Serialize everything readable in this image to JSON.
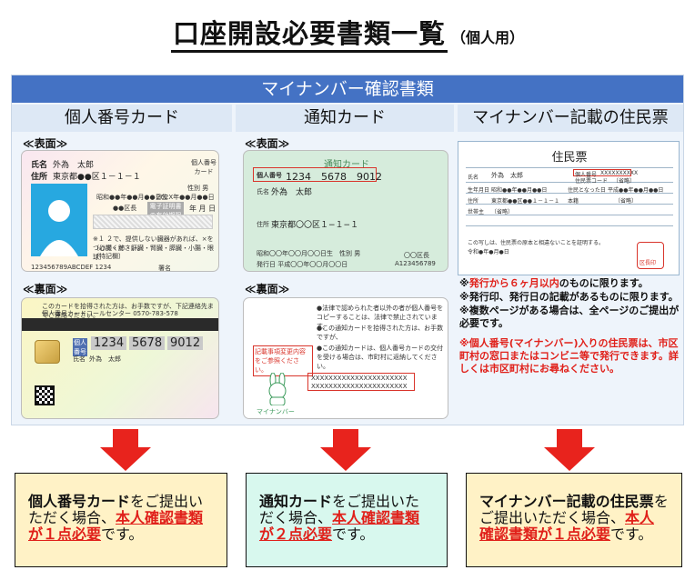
{
  "title": "口座開設必要書類一覧",
  "subtitle": "（個人用）",
  "panel_header": "マイナンバー確認書類",
  "columns": [
    "個人番号カード",
    "通知カード",
    "マイナンバー記載の住民票"
  ],
  "labels": {
    "front": "≪表面≫",
    "back": "≪裏面≫"
  },
  "mynumber_card_front": {
    "name_label": "氏名",
    "name": "外為　太郎",
    "address_label": "住所",
    "address": "東京都●●区１－１－１",
    "logo": "個人番号カード",
    "sex": "性別 男",
    "birth": "昭和●●年●●月●●日生",
    "expiry": "202X年●●月●●日まで有効",
    "city_label": "●●区長",
    "seal_text": "電子証明書の有効期限",
    "year_month_day": "年 月 日",
    "note1": "※１ ２で、提供しない臓器があれば、×をつけてください。",
    "note2": "〔心臓・肺・肝臓・腎臓・膵臓・小腸・眼球〕",
    "note3": "〔特記欄〕",
    "serial": "123456789ABCDEF 1234",
    "sign_label": "署名"
  },
  "mynumber_card_back": {
    "header_text": "このカードを拾得された方は、お手数ですが、下記連絡先までご連絡ください。",
    "callcenter": "個人番号カードコールセンター 0570-783-578",
    "number_label": "個人番号",
    "num1": "1234",
    "num2": "5678",
    "num3": "9012",
    "name_label": "氏名",
    "name": "外為　太郎"
  },
  "notice_card_front": {
    "title": "通知カード",
    "number_label": "個人番号",
    "number": "1234　5678　9012",
    "name_label": "氏名",
    "name": "外為　太郎",
    "address_label": "住所",
    "address": "東京都〇〇区１−１−１",
    "birth": "昭和〇〇年〇〇月〇〇日生　性別 男",
    "issue": "発行日 平成〇〇年〇〇月〇〇日",
    "issuer": "〇〇区長",
    "code": "A123456789"
  },
  "notice_card_back": {
    "line1": "●法律で認められた者以外の者が個人番号をコピーすることは、法律で禁止されています。",
    "line2": "●この通知カードを拾得された方は、お手数ですが、",
    "line3": "●この通知カードは、個人番号カードの交付を受ける場合は、市町村に返納してください。",
    "change_box": "記載事項変更内容をご参照ください。",
    "code1": "XXXXXXXXXXXXXXXXXXXXXX",
    "code2": "XXXXXXXXXXXXXXXXXXXXXX",
    "mascot": "マイナンバー"
  },
  "juminhyo": {
    "title": "住民票",
    "name_label": "氏名",
    "name": "外為　太郎",
    "number_label": "個人番号",
    "number": "XXXXXXXXXX",
    "code_label": "住民票コード",
    "code_value": "〔省略〕",
    "birth_label": "生年月日",
    "birth": "昭和●●年●●月●●日",
    "move_label": "住民となった日",
    "move_date": "平成●●年●●月●●日",
    "address_label": "住所",
    "address": "東京都●●区●●１－１－１",
    "registry_label": "本籍",
    "registry_value": "〔省略〕",
    "householder_label": "世帯主",
    "householder_value": "〔省略〕",
    "footer": "この写しは、住民票の原本と相違ないことを証明する。",
    "date": "令和●年●月●日",
    "seal": "区長印"
  },
  "notes": [
    {
      "pre": "※",
      "red": "発行から６ヶ月以内",
      "post": "のものに限ります。"
    },
    {
      "pre": "※発行印、発行日の記載があるものに限ります。",
      "red": "",
      "post": ""
    },
    {
      "pre": "※複数ページがある場合は、全ページのご提出が必要です。",
      "red": "",
      "post": ""
    }
  ],
  "note_red": "※個人番号(マイナンバー)入りの住民票は、市区町村の窓口またはコンビニ等で発行できます。詳しくは市区町村にお尋ねください。",
  "boxes": [
    {
      "strong": "個人番号カード",
      "mid": "をご提出いただく場合、",
      "em": "本人確認書類が１点必要",
      "end": "です。"
    },
    {
      "strong": "通知カード",
      "mid": "をご提出いただく場合、",
      "em": "本人確認書類が２点必要",
      "end": "です。"
    },
    {
      "strong": "マイナンバー記載の住民票",
      "mid": "をご提出いただく場合、",
      "em": "本人確認書類が１点必要",
      "end": "です。"
    }
  ],
  "colors": {
    "header": "#4472c4",
    "accent_red": "#e0201a",
    "box_yellow": "#fff2c6",
    "box_green": "#d8f8ee"
  }
}
